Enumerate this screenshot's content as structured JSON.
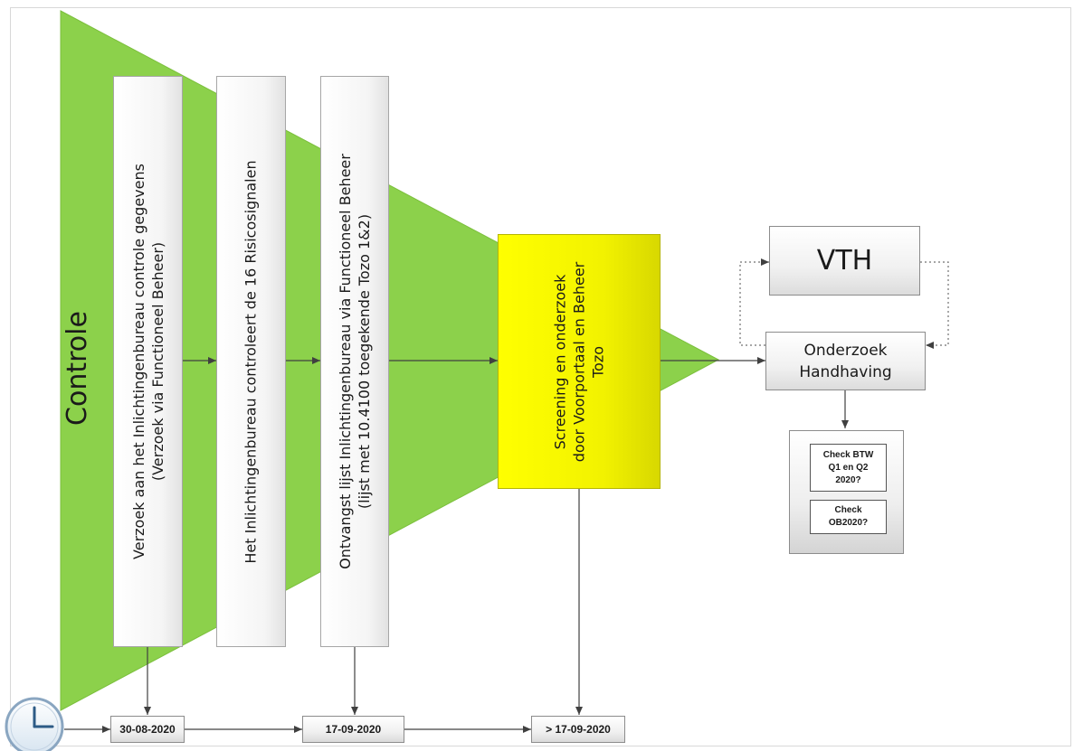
{
  "controle": "Controle",
  "steps": [
    {
      "lines": [
        "Verzoek aan het Inlichtingenbureau controle gegevens",
        "(Verzoek via Functioneel Beheer)"
      ]
    },
    {
      "lines": [
        "Het Inlichtingenbureau controleert de 16 Risicosignalen"
      ]
    },
    {
      "lines": [
        "Ontvangst  lijst Inlichtingenbureau via Functioneel Beheer",
        "(lijst met 10.4100 toegekende Tozo 1&2)"
      ]
    },
    {
      "lines": [
        "Screening en onderzoek",
        "door Voorportaal en Beheer",
        "Tozo"
      ]
    }
  ],
  "vth": "VTH",
  "onderzoek": [
    "Onderzoek",
    "Handhaving"
  ],
  "checks": [
    {
      "lines": [
        "Check BTW",
        "Q1 en Q2",
        "2020?"
      ]
    },
    {
      "lines": [
        "Check",
        "OB2020?"
      ]
    }
  ],
  "dates": [
    "30-08-2020",
    "17-09-2020",
    "> 17-09-2020"
  ],
  "colors": {
    "triangle": "#8cd14b",
    "screening": "#ffff00",
    "connector": "#404040"
  },
  "icons": {
    "timeline_start": "clock-icon"
  }
}
